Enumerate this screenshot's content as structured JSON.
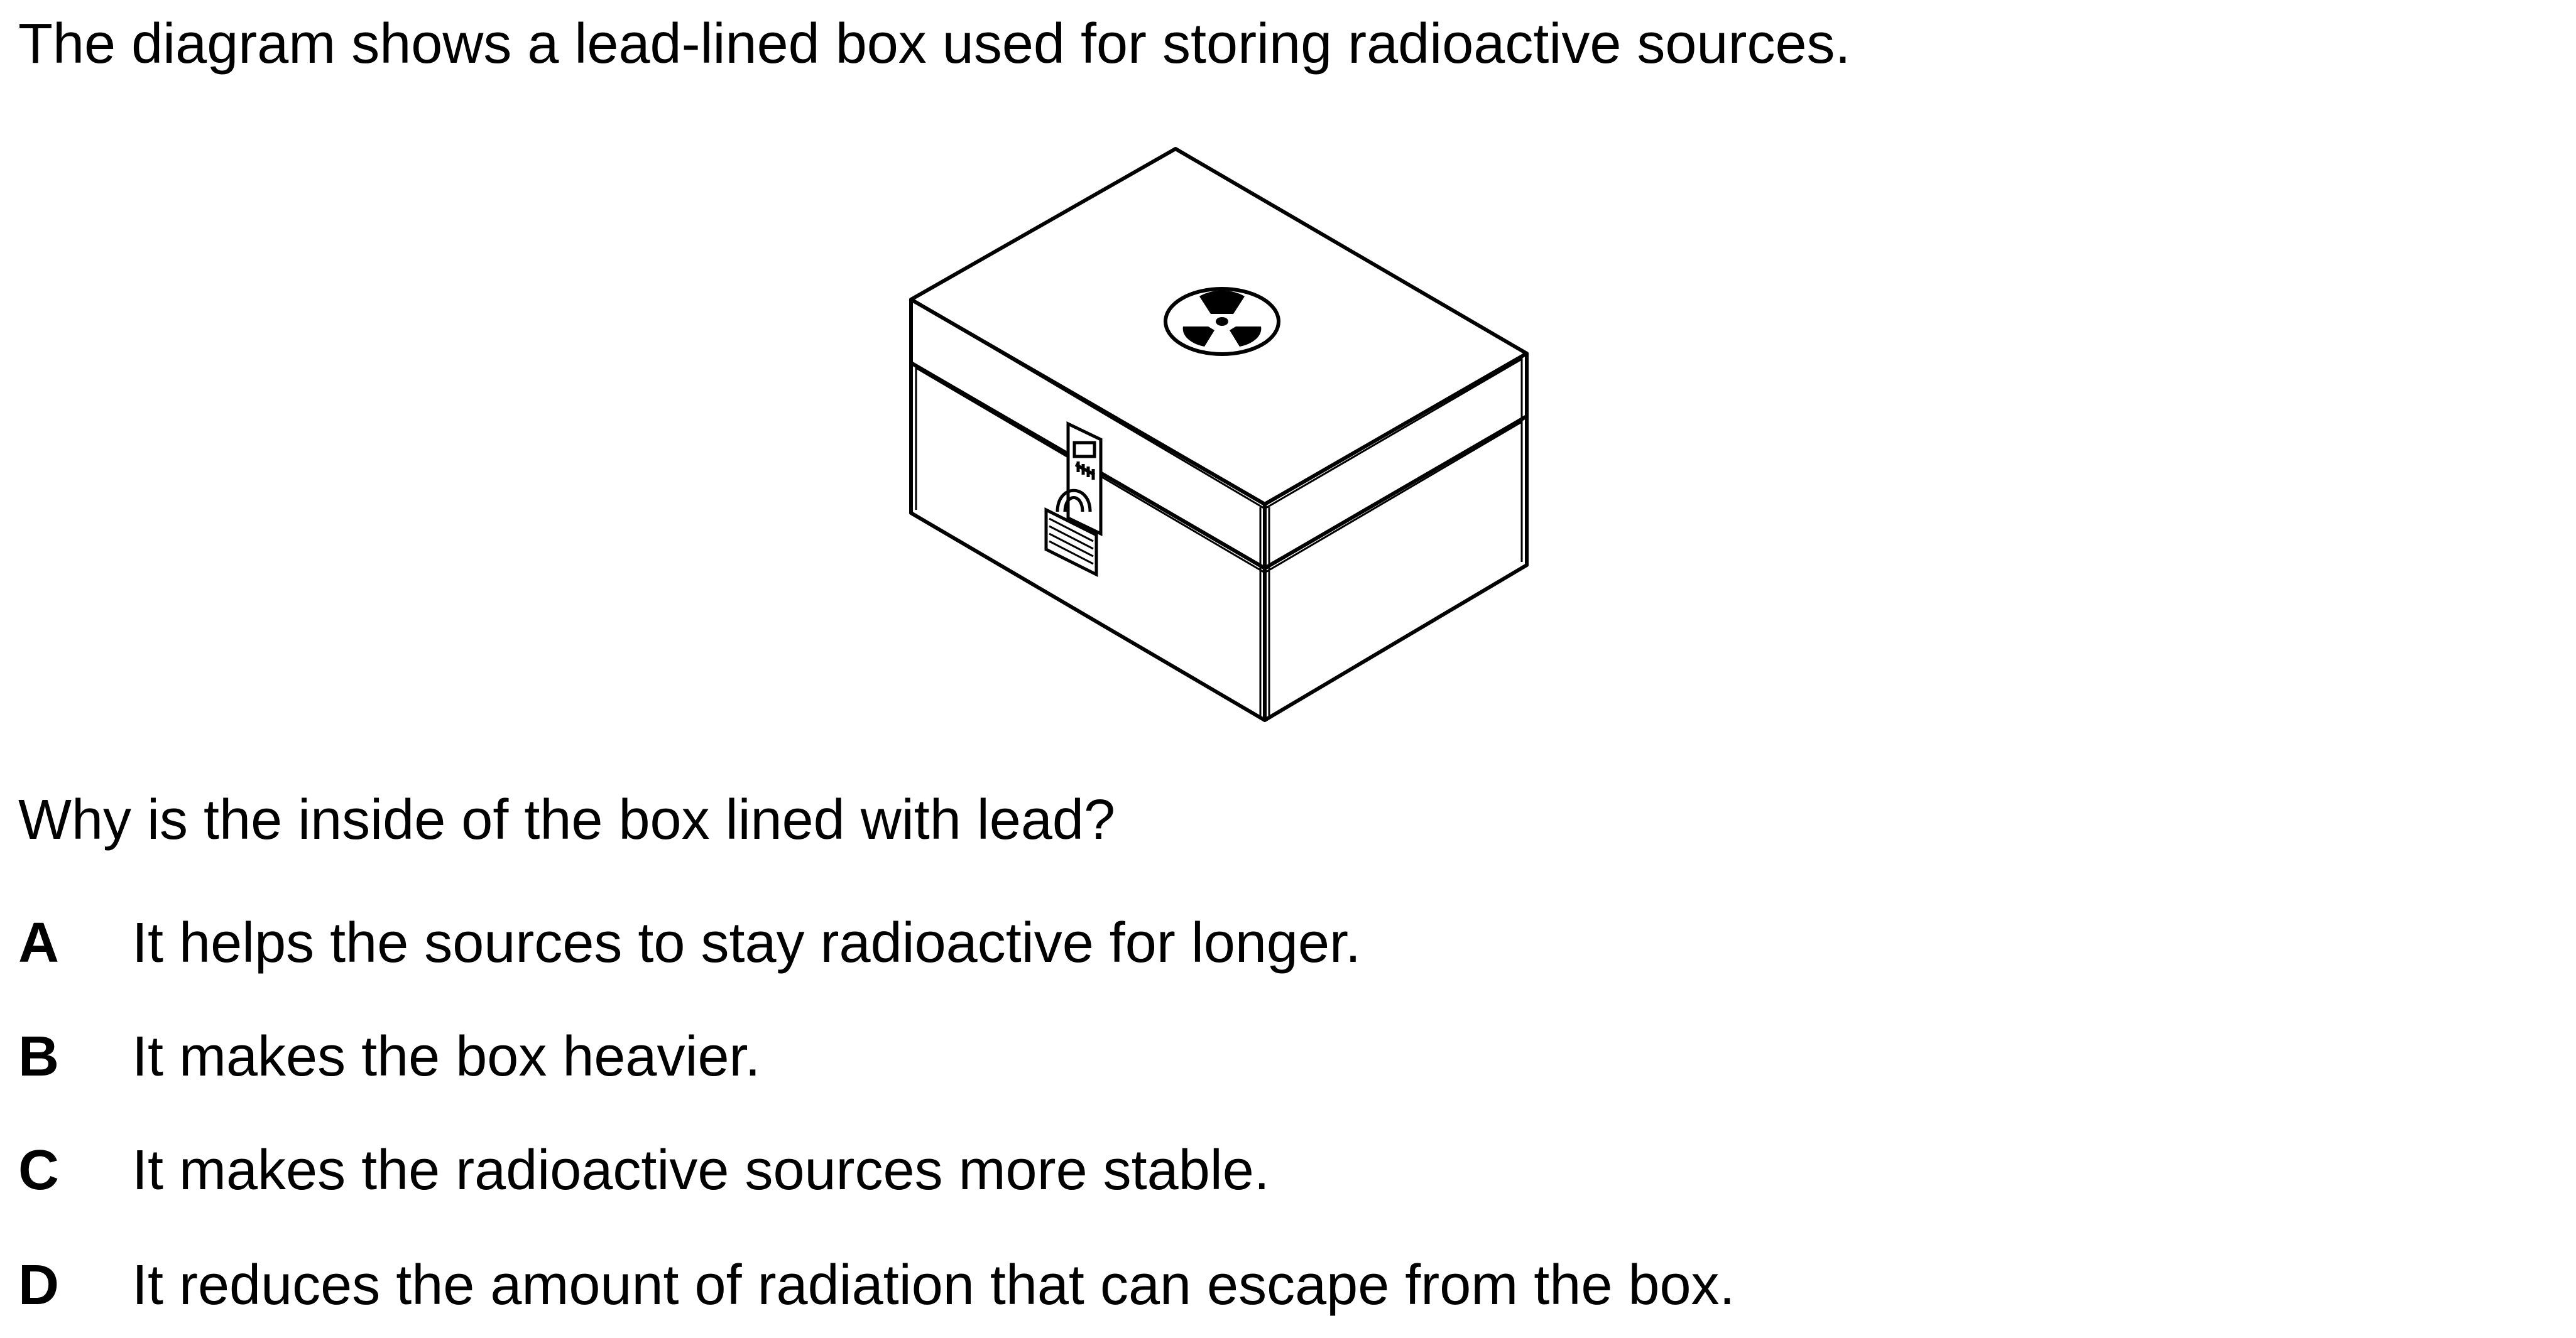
{
  "question": {
    "intro": "The diagram shows a lead-lined box used for storing radioactive sources.",
    "prompt": "Why is the inside of the box lined with lead?",
    "options": [
      {
        "letter": "A",
        "text": "It helps the sources to stay radioactive for longer."
      },
      {
        "letter": "B",
        "text": "It makes the box heavier."
      },
      {
        "letter": "C",
        "text": "It makes the radioactive sources more stable."
      },
      {
        "letter": "D",
        "text": "It reduces the amount of radiation that can escape from the box."
      }
    ]
  },
  "figure": {
    "icons": [
      "radiation-trefoil-icon",
      "padlock-icon",
      "hasp-icon"
    ]
  }
}
